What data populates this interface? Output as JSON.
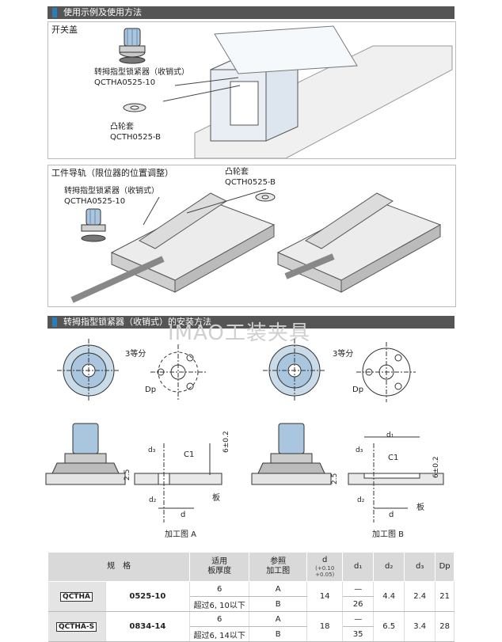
{
  "section1": {
    "title": "使用示例及使用方法",
    "panel1": {
      "label": "开关盖",
      "part1_name": "转拇指型锁紧器（收销式）",
      "part1_code": "QCTHA0525-10",
      "part2_name": "凸轮套",
      "part2_code": "QCTH0525-B"
    },
    "panel2": {
      "label": "工件导轨（限位器的位置调整）",
      "part1_name": "转拇指型锁紧器（收销式）",
      "part1_code": "QCTHA0525-10",
      "part2_name": "凸轮套",
      "part2_code": "QCTH0525-B"
    }
  },
  "section2": {
    "title": "转拇指型锁紧器（收销式）的安装方法",
    "watermark": "IMAO工装夹具",
    "dim_labels": {
      "three_equal_a": "3等分",
      "three_equal_b": "3等分",
      "dp_a": "Dp",
      "dp_b": "Dp",
      "d3_a": "d₃",
      "d3_b": "d₃",
      "c1_a": "C1",
      "c1_b": "C1",
      "h62_a": "6±0.2",
      "h62_b": "6±0.2",
      "h25_a": "2.5",
      "h25_b": "2.5",
      "d2_a": "d₂",
      "d2_b": "d₂",
      "d_a": "d",
      "d_b": "d",
      "d1_b": "d₁",
      "plate_a": "板",
      "plate_b": "板"
    },
    "caption_a": "加工图 A",
    "caption_b": "加工图 B"
  },
  "table": {
    "headers": {
      "spec": "规　格",
      "thickness": "适用\n板厚度",
      "ref": "参照\n加工图",
      "d": "d",
      "d_tol": "(+0.10\n +0.05)",
      "d1": "d₁",
      "d2": "d₂",
      "d3": "d₃",
      "dp": "Dp"
    },
    "rows": [
      {
        "model": "QCTHA",
        "size": "0525-10",
        "thick_a": "6",
        "thick_b": "超过6, 10以下",
        "ref_a": "A",
        "ref_b": "B",
        "d": "14",
        "d1_a": "—",
        "d1_b": "26",
        "d2": "4.4",
        "d3": "2.4",
        "dp": "21"
      },
      {
        "model": "QCTHA-S",
        "size": "0834-14",
        "thick_a": "6",
        "thick_b": "超过6, 14以下",
        "ref_a": "A",
        "ref_b": "B",
        "d": "18",
        "d1_a": "—",
        "d1_b": "35",
        "d2": "6.5",
        "d3": "3.4",
        "dp": "28"
      }
    ]
  }
}
